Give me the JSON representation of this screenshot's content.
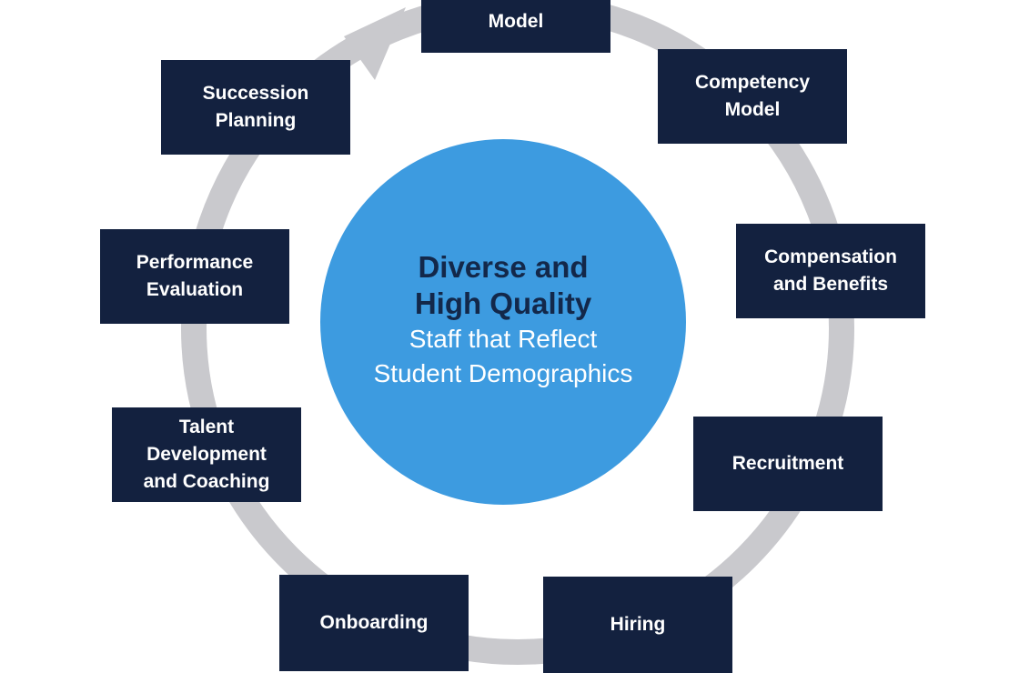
{
  "center": {
    "headline_line1": "Diverse and",
    "headline_line2": "High Quality",
    "sub_line1": "Staff that Reflect",
    "sub_line2": "Student Demographics"
  },
  "steps": {
    "model": {
      "lines": [
        "Model"
      ]
    },
    "competency": {
      "lines": [
        "Competency",
        "Model"
      ]
    },
    "compensation": {
      "lines": [
        "Compensation",
        "and Benefits"
      ]
    },
    "recruitment": {
      "lines": [
        "Recruitment"
      ]
    },
    "hiring": {
      "lines": [
        "Hiring"
      ]
    },
    "onboarding": {
      "lines": [
        "Onboarding"
      ]
    },
    "talent": {
      "lines": [
        "Talent",
        "Development",
        "and Coaching"
      ]
    },
    "performance": {
      "lines": [
        "Performance",
        "Evaluation"
      ]
    },
    "succession": {
      "lines": [
        "Succession",
        "Planning"
      ]
    }
  },
  "colors": {
    "box_fill": "#13213f",
    "ring": "#c9c9cd",
    "center_fill": "#3d9be0",
    "headline_text": "#13284a",
    "sub_text": "#ffffff"
  }
}
